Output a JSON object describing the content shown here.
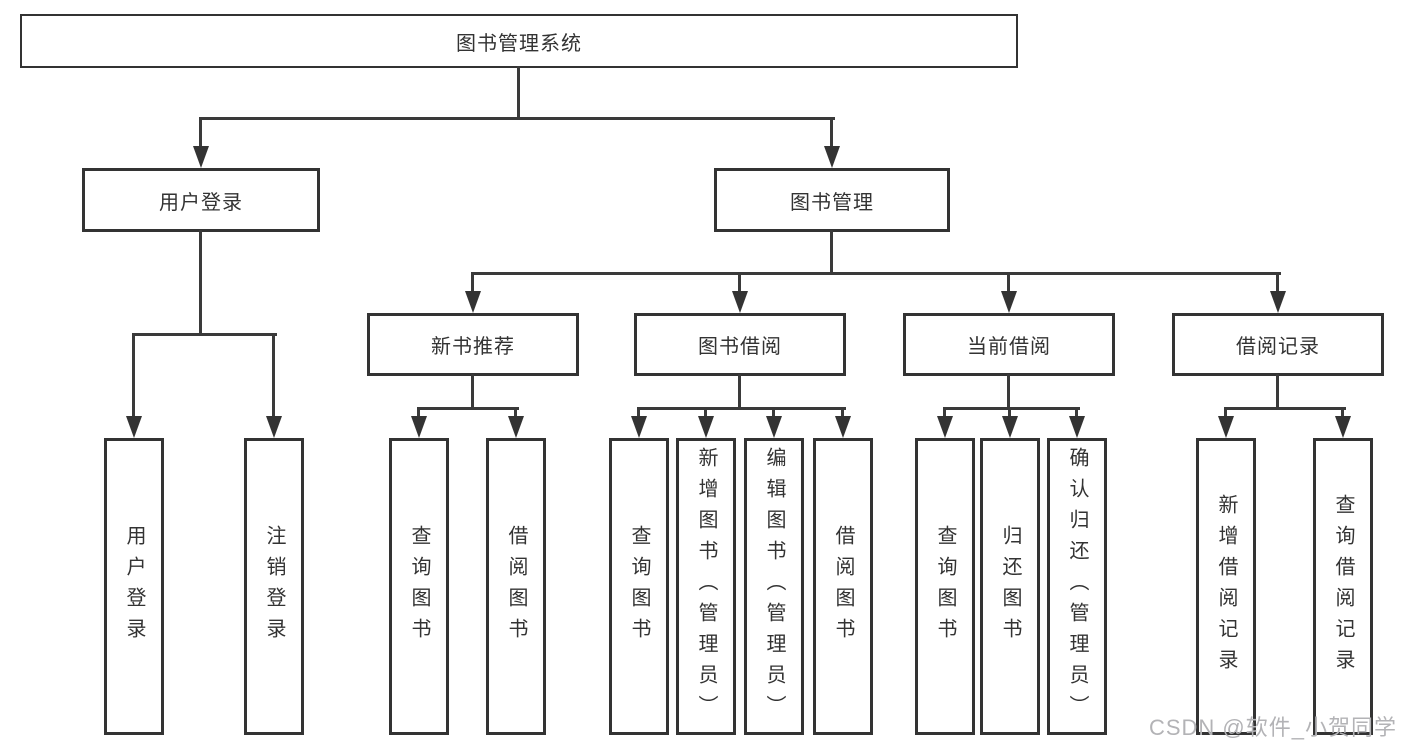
{
  "diagram_title": "图书管理系统",
  "nodes": {
    "root": "图书管理系统",
    "l2_user_login": "用户登录",
    "l2_book_mgmt": "图书管理",
    "l3_new_book_rec": "新书推荐",
    "l3_book_borrow": "图书借阅",
    "l3_current_borrow": "当前借阅",
    "l3_borrow_record": "借阅记录",
    "leaf_user_login": "用户登录",
    "leaf_logout": "注销登录",
    "leaf_query_book_a": "查询图书",
    "leaf_borrow_book_a": "借阅图书",
    "leaf_query_book_b": "查询图书",
    "leaf_add_book_admin": "新增图书（管理员）",
    "leaf_edit_book_admin": "编辑图书（管理员）",
    "leaf_borrow_book_b": "借阅图书",
    "leaf_query_book_c": "查询图书",
    "leaf_return_book": "归还图书",
    "leaf_confirm_return_admin": "确认归还（管理员）",
    "leaf_add_borrow_record": "新增借阅记录",
    "leaf_query_borrow_record": "查询借阅记录"
  },
  "watermark": "CSDN @软件_小贺同学",
  "colors": {
    "box_border": "#333333",
    "connector_line": "#3a3a3a",
    "text": "#333333",
    "watermark_text": "#b3b3b6",
    "background": "#ffffff"
  }
}
